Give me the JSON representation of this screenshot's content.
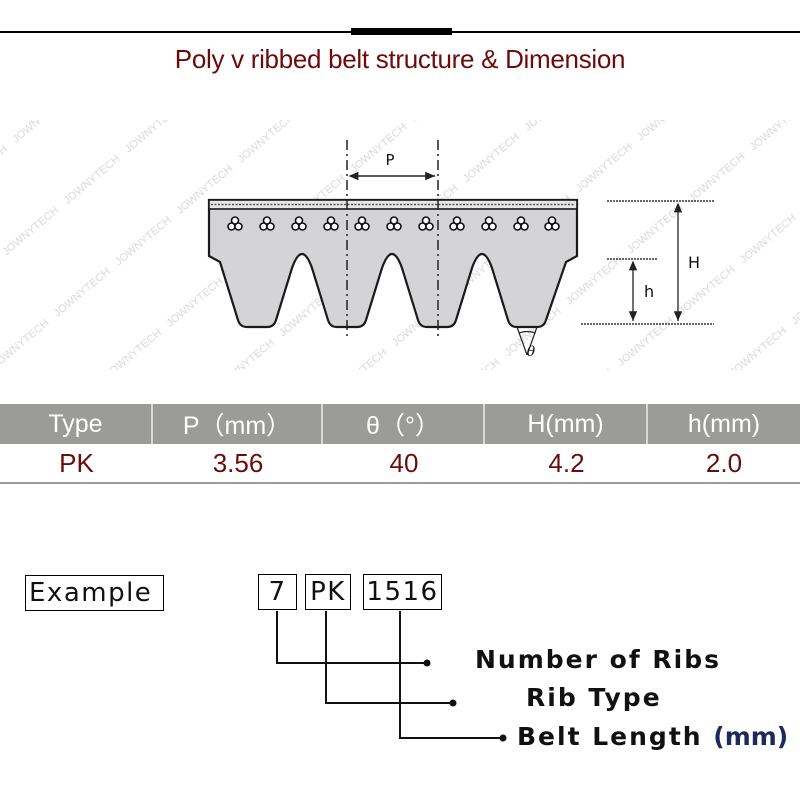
{
  "header": {
    "title": "Poly v ribbed belt  structure & Dimension"
  },
  "diagram": {
    "pitch_label": "P",
    "height_label": "H",
    "rib_height_label": "h",
    "angle_label": "θ",
    "watermark": "JOWNYTECH",
    "cord_count": 11,
    "rib_count": 4,
    "colors": {
      "belt_fill": "#d4d4d6",
      "outline": "#1a1a1a"
    }
  },
  "spec_table": {
    "headers": [
      "Type",
      "P（mm）",
      "θ（°）",
      "H(mm)",
      "h(mm)"
    ],
    "rows": [
      {
        "type": "PK",
        "pitch": "3.56",
        "angle": "40",
        "height": "4.2",
        "rib_height": "2.0"
      }
    ],
    "colors": {
      "header_bg": "#9b9b99",
      "header_text": "#ffffff",
      "value_text": "#6b0c0c"
    }
  },
  "example": {
    "label": "Example",
    "parts": [
      "7",
      "PK",
      "1516"
    ],
    "legend": {
      "ribs": "Number of Ribs",
      "rib_type": "Rib Type",
      "length": "Belt Length",
      "length_unit": "(mm)"
    }
  }
}
